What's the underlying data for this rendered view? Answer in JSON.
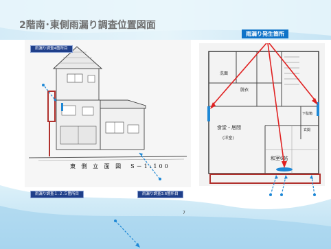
{
  "slide": {
    "title": "2階南･東側雨漏り調査位置図面",
    "page_number": "7"
  },
  "labels": {
    "investigation_4": "雨漏り調査4箇所目",
    "investigation_1_2_5": "雨漏り調査１.２.５箇所目",
    "investigation_3_6": "雨漏り調査3.6箇所目",
    "leak_occurrence": "雨漏り発生箇所"
  },
  "elevation": {
    "caption": "東 側 立 面 図　S－1:100"
  },
  "plan": {
    "rooms": [
      "洗面",
      "脱衣",
      "食堂・居間",
      "(洋室)",
      "和室6帖",
      "玄関",
      "下駄箱"
    ]
  },
  "colors": {
    "accent_blue": "#1f3f8a",
    "marker_blue": "#1e88d6",
    "highlight_red": "#b0302c",
    "arrow_red": "#e02020",
    "title_gray": "#6e6e6e"
  }
}
